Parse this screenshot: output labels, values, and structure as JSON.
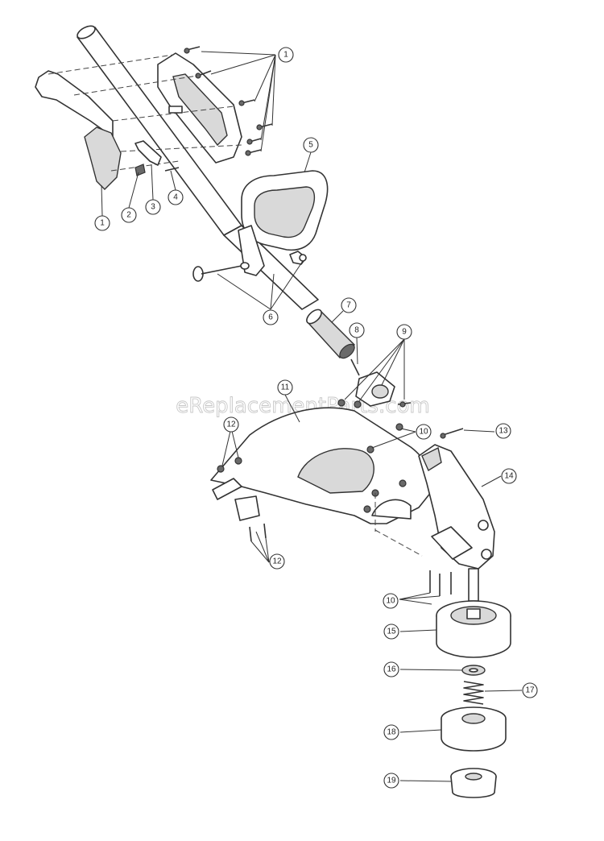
{
  "watermark": "eReplacementParts.com",
  "callouts": [
    {
      "id": "c1a",
      "label": "1"
    },
    {
      "id": "c1b",
      "label": "1"
    },
    {
      "id": "c2",
      "label": "2"
    },
    {
      "id": "c3",
      "label": "3"
    },
    {
      "id": "c4",
      "label": "4"
    },
    {
      "id": "c5",
      "label": "5"
    },
    {
      "id": "c6",
      "label": "6"
    },
    {
      "id": "c7",
      "label": "7"
    },
    {
      "id": "c8",
      "label": "8"
    },
    {
      "id": "c9",
      "label": "9"
    },
    {
      "id": "c10a",
      "label": "10"
    },
    {
      "id": "c10b",
      "label": "10"
    },
    {
      "id": "c11",
      "label": "11"
    },
    {
      "id": "c12a",
      "label": "12"
    },
    {
      "id": "c12b",
      "label": "12"
    },
    {
      "id": "c13",
      "label": "13"
    },
    {
      "id": "c14",
      "label": "14"
    },
    {
      "id": "c15",
      "label": "15"
    },
    {
      "id": "c16",
      "label": "16"
    },
    {
      "id": "c17",
      "label": "17"
    },
    {
      "id": "c18",
      "label": "18"
    },
    {
      "id": "c19",
      "label": "19"
    }
  ]
}
